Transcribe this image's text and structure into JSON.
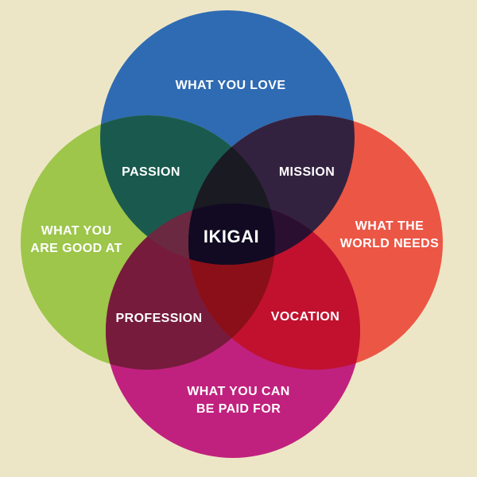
{
  "colors": {
    "background": "#ede6c6",
    "love": "#2f6bb3",
    "world": "#ec5645",
    "good": "#9dc64a",
    "paid": "#c0217e",
    "passion": "#1a5a4e",
    "mission": "#33223f",
    "profession": "#761b3b",
    "vocation": "#c1112f",
    "love_good_paid": "#6a2940",
    "good_paid_world": "#8b0f18",
    "world_love_good": "#1a1a22",
    "love_world_paid": "#2a0f30",
    "center": "#110a22"
  },
  "circles": {
    "love": {
      "lines": [
        "WHAT YOU LOVE"
      ]
    },
    "world": {
      "lines": [
        "WHAT THE",
        "WORLD NEEDS"
      ]
    },
    "good": {
      "lines": [
        "WHAT YOU",
        "ARE GOOD AT"
      ]
    },
    "paid": {
      "lines": [
        "WHAT YOU CAN",
        "BE PAID FOR"
      ]
    }
  },
  "overlaps": {
    "passion": "PASSION",
    "mission": "MISSION",
    "profession": "PROFESSION",
    "vocation": "VOCATION"
  },
  "center": "IKIGAI"
}
